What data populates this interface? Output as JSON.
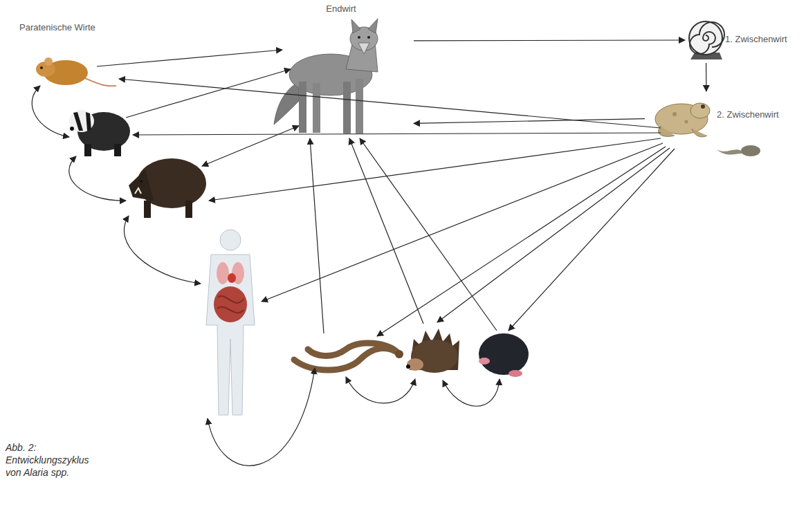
{
  "diagram": {
    "caption": "Abb. 2: Entwicklungszyklus von Alaria spp.",
    "nodes": [
      {
        "text": [
          "Endwirt"
        ]
      },
      {
        "text": [
          "1. Zwischenwirt"
        ]
      },
      {
        "text": [
          "2. Zwischenwirt"
        ]
      }
    ],
    "edges": [
      {
        "from": 0,
        "to": 1,
        "arrow": "to"
      },
      {
        "from": 1,
        "to": 2,
        "arrow": "to"
      },
      {
        "from": 2,
        "to": 0,
        "arrow": "to"
      }
    ],
    "labels": [
      "Paratenische Wirte"
    ]
  }
}
